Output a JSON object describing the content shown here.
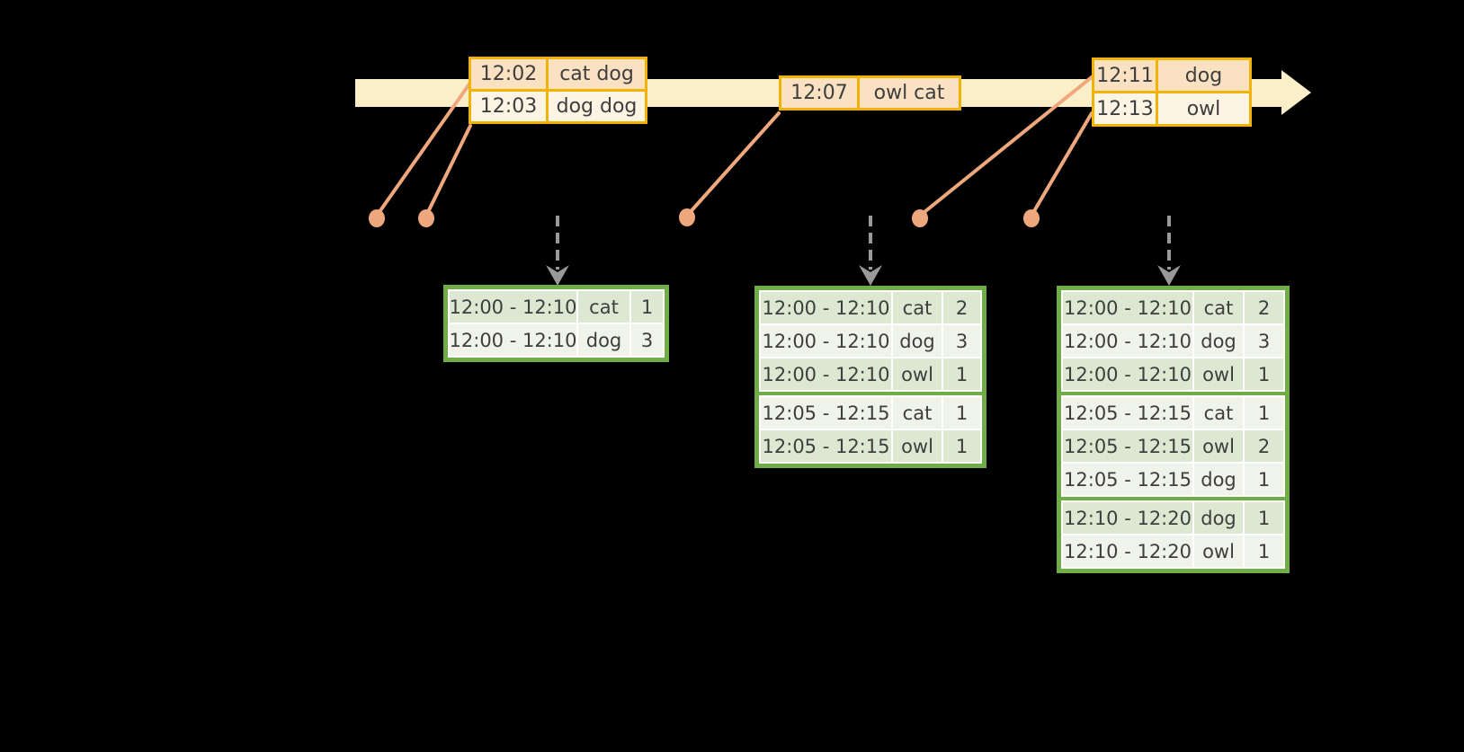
{
  "colors": {
    "background": "#000000",
    "timeline_fill": "#FBEFC9",
    "event_table_border": "#F1B300",
    "event_row_peach": "#FAE1C2",
    "event_row_cream": "#FDF4E4",
    "connector_salmon": "#EFA87D",
    "result_table_border": "#70AD47",
    "result_row_dark": "#DCE8D2",
    "result_row_light": "#EFF3EA",
    "trigger_arrow_gray": "#999999",
    "text": "#3E3E3E"
  },
  "timeline": {
    "event_tables": [
      {
        "rows": [
          {
            "time": "12:02",
            "words": "cat dog"
          },
          {
            "time": "12:03",
            "words": "dog dog"
          }
        ]
      },
      {
        "rows": [
          {
            "time": "12:07",
            "words": "owl cat"
          }
        ]
      },
      {
        "rows": [
          {
            "time": "12:11",
            "words": "dog"
          },
          {
            "time": "12:13",
            "words": "owl"
          }
        ]
      }
    ]
  },
  "result_tables": [
    {
      "rows": [
        {
          "window": "12:00 - 12:10",
          "word": "cat",
          "count": "1"
        },
        {
          "window": "12:00 - 12:10",
          "word": "dog",
          "count": "3"
        }
      ]
    },
    {
      "rows": [
        {
          "window": "12:00 - 12:10",
          "word": "cat",
          "count": "2"
        },
        {
          "window": "12:00 - 12:10",
          "word": "dog",
          "count": "3"
        },
        {
          "window": "12:00 - 12:10",
          "word": "owl",
          "count": "1"
        },
        {
          "window": "12:05 - 12:15",
          "word": "cat",
          "count": "1"
        },
        {
          "window": "12:05 - 12:15",
          "word": "owl",
          "count": "1"
        }
      ]
    },
    {
      "rows": [
        {
          "window": "12:00 - 12:10",
          "word": "cat",
          "count": "2"
        },
        {
          "window": "12:00 - 12:10",
          "word": "dog",
          "count": "3"
        },
        {
          "window": "12:00 - 12:10",
          "word": "owl",
          "count": "1"
        },
        {
          "window": "12:05 - 12:15",
          "word": "cat",
          "count": "1"
        },
        {
          "window": "12:05 - 12:15",
          "word": "owl",
          "count": "2"
        },
        {
          "window": "12:05 - 12:15",
          "word": "dog",
          "count": "1"
        },
        {
          "window": "12:10 - 12:20",
          "word": "dog",
          "count": "1"
        },
        {
          "window": "12:10 - 12:20",
          "word": "owl",
          "count": "1"
        }
      ]
    }
  ]
}
